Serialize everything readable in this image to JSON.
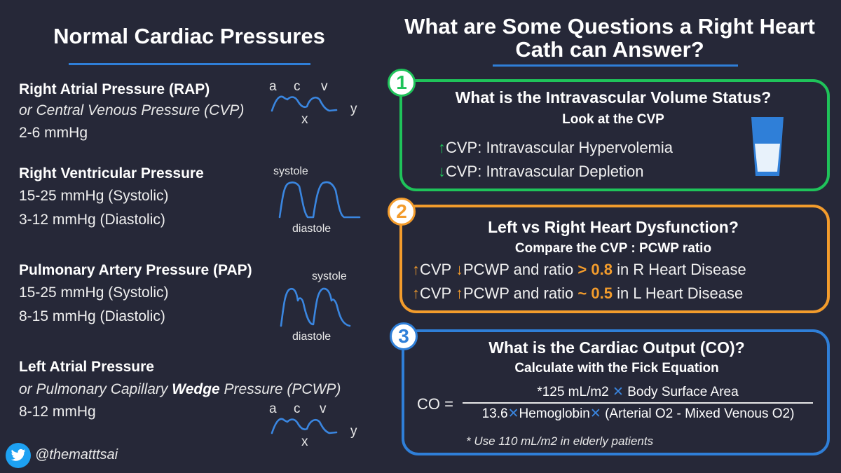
{
  "left": {
    "title": "Normal Cardiac Pressures",
    "sections": [
      {
        "label": "Right Atrial Pressure (RAP)",
        "subtitle": "or Central Venous Pressure (CVP)",
        "values": [
          "2-6 mmHg"
        ],
        "wave_labels": [
          "a",
          "c",
          "v",
          "x",
          "y"
        ]
      },
      {
        "label": "Right Ventricular Pressure",
        "values": [
          "15-25 mmHg (Systolic)",
          "3-12 mmHg (Diastolic)"
        ],
        "wave_labels": [
          "systole",
          "diastole"
        ]
      },
      {
        "label": "Pulmonary Artery Pressure (PAP)",
        "values": [
          "15-25 mmHg (Systolic)",
          "8-15 mmHg (Diastolic)"
        ],
        "wave_labels": [
          "systole",
          "diastole"
        ]
      },
      {
        "label": "Left Atrial Pressure",
        "subtitle_pre": "or Pulmonary Capillary ",
        "subtitle_bold": "Wedge",
        "subtitle_post": " Pressure (PCWP)",
        "values": [
          "8-12 mmHg"
        ],
        "wave_labels": [
          "a",
          "c",
          "v",
          "x",
          "y"
        ]
      }
    ],
    "twitter_handle": "@thematttsai"
  },
  "right": {
    "title": "What are Some Questions a Right Heart Cath can Answer?",
    "q1": {
      "number": "1",
      "title": "What is the Intravascular Volume Status?",
      "subtitle": "Look at the CVP",
      "line1_arrow": "↑",
      "line1": "CVP: Intravascular Hypervolemia",
      "line2_arrow": "↓",
      "line2": "CVP: Intravascular Depletion"
    },
    "q2": {
      "number": "2",
      "title": "Left vs Right Heart Dysfunction?",
      "subtitle": "Compare the CVP : PCWP ratio",
      "row1": {
        "a1": "↑",
        "cvp": "CVP ",
        "a2": "↓",
        "text": "PCWP and  ratio ",
        "value": "> 0.8",
        "tail": " in R Heart Disease"
      },
      "row2": {
        "a1": "↑",
        "cvp": "CVP ",
        "a2": "↑",
        "text": "PCWP and ratio  ",
        "value": "~ 0.5",
        "tail": " in L Heart Disease"
      }
    },
    "q3": {
      "number": "3",
      "title": "What is the Cardiac Output (CO)?",
      "subtitle": "Calculate with the Fick Equation",
      "co": "CO =",
      "num_a": "*125 mL/m2",
      "num_b": "Body Surface Area",
      "den_a": "13.6",
      "den_b": "Hemoglobin",
      "den_c": "(Arterial O2 - Mixed Venous O2)",
      "times": "✕",
      "note": "* Use 110 mL/m2 in elderly patients"
    }
  },
  "colors": {
    "green": "#1fc35a",
    "orange": "#f39c2c",
    "blue": "#3a86e0",
    "background": "#262838"
  },
  "icons": [
    "twitter-bird-icon",
    "glass-of-water-icon"
  ]
}
